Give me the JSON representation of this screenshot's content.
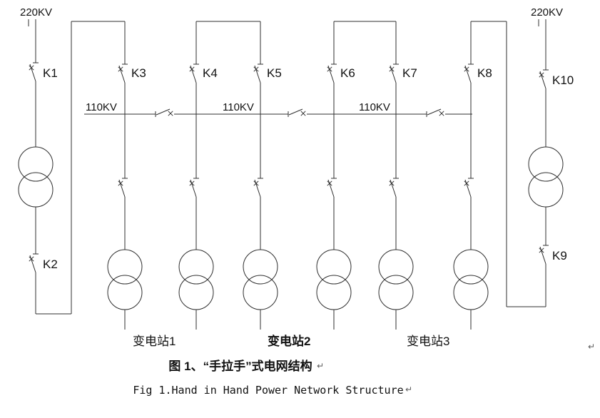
{
  "diagram": {
    "sources": {
      "left": "220KV",
      "right": "220KV"
    },
    "bus_labels": [
      "110KV",
      "110KV",
      "110KV"
    ],
    "switches": {
      "k1": "K1",
      "k2": "K2",
      "k3": "K3",
      "k4": "K4",
      "k5": "K5",
      "k6": "K6",
      "k7": "K7",
      "k8": "K8",
      "k9": "K9",
      "k10": "K10"
    },
    "substations": [
      "变电站1",
      "变电站2",
      "变电站3"
    ],
    "caption_zh": "图 1、“手拉手”式电网结构",
    "caption_en": "Fig 1.Hand in Hand Power Network Structure",
    "return_mark": "↵"
  }
}
